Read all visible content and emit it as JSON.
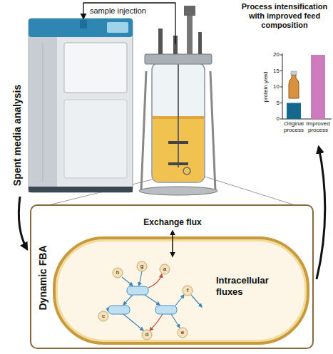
{
  "diagram": {
    "nodes": [
      {
        "text": [
          "Dynamic FBA"
        ]
      },
      {
        "text": [
          "Exchange flux",
          "Intracellular fluxes"
        ],
        "in": 0
      }
    ],
    "labels": [
      "sample injection",
      "Spent media analysis",
      "Process intensification with improved feed composition",
      "protein yield",
      "0",
      "5",
      "10",
      "15",
      "20",
      "Original process",
      "Improved process",
      "h",
      "g",
      "a",
      "f",
      "c",
      "d",
      "e"
    ]
  }
}
